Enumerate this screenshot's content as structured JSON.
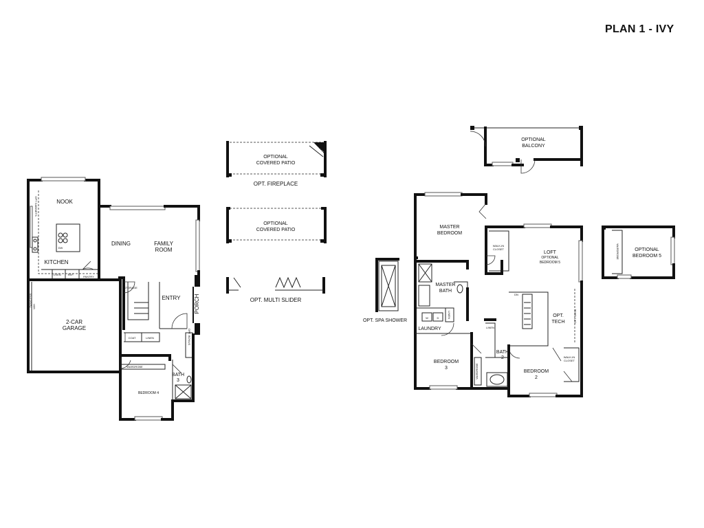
{
  "title": "PLAN 1 - IVY",
  "rooms": {
    "nook": "NOOK",
    "opt_cabinets": "OPT CABINETS",
    "kitchen": "KITCHEN",
    "dw": "DW",
    "oven": "OVEN",
    "ref": "REF.",
    "pantry": "PANTRY",
    "dining": "DINING",
    "family": "FAMILY",
    "room": "ROOM",
    "storage": "STORAGE",
    "entry": "ENTRY",
    "porch": "PORCH",
    "tankless": "TANKLESS",
    "wh": "W/H",
    "garage_1": "2-CAR",
    "garage_2": "GARAGE",
    "coat": "COAT",
    "linen": "LINEN",
    "opt_bonus_1": "OPT. BONUS",
    "opt_bonus_2": "ROOM",
    "wardrobe": "WARDROBE",
    "bath3_1": "BATH",
    "bath3_2": "3",
    "bedroom4": "BEDROOM 4",
    "opt_covered_patio_a_1": "OPTIONAL",
    "opt_covered_patio_a_2": "COVERED PATIO",
    "fireplace_tag": "FIREPLACE",
    "opt_fireplace": "OPT. FIREPLACE",
    "opt_covered_patio_b_1": "OPTIONAL",
    "opt_covered_patio_b_2": "COVERED PATIO",
    "opt_multi_slider": "OPT. MULTI SLIDER",
    "opt_balcony_1": "OPTIONAL",
    "opt_balcony_2": "BALCONY",
    "master_bedroom_1": "MASTER",
    "master_bedroom_2": "BEDROOM",
    "walkin_closet_1a": "WALK-IN",
    "walkin_closet_1b": "CLOSET",
    "loft": "LOFT",
    "optional": "OPTIONAL",
    "bedroom5": "BEDROOM 5",
    "master_bath_1": "MASTER",
    "master_bath_2": "BATH",
    "opt_spa_shower": "OPT. SPA SHOWER",
    "laundry": "LAUNDRY",
    "w": "W",
    "d": "D",
    "linen_up": "LINEN",
    "opt_tech_1": "OPT.",
    "opt_tech_2": "TECH",
    "opt_desk": "OPT. DESK",
    "dn": "DN",
    "bedroom3_1": "BEDROOM",
    "bedroom3_2": "3",
    "wardrobe_up": "WARDROBE",
    "bath2_1": "BATH",
    "bath2_2": "2",
    "linen_b2": "LINEN",
    "bedroom2_1": "BEDROOM",
    "bedroom2_2": "2",
    "walkin_closet_2a": "WALK-IN",
    "walkin_closet_2b": "CLOSET",
    "opt_bedroom5_1": "OPTIONAL",
    "opt_bedroom5_2": "BEDROOM 5",
    "wardrobe_opt": "WARDROBE"
  }
}
